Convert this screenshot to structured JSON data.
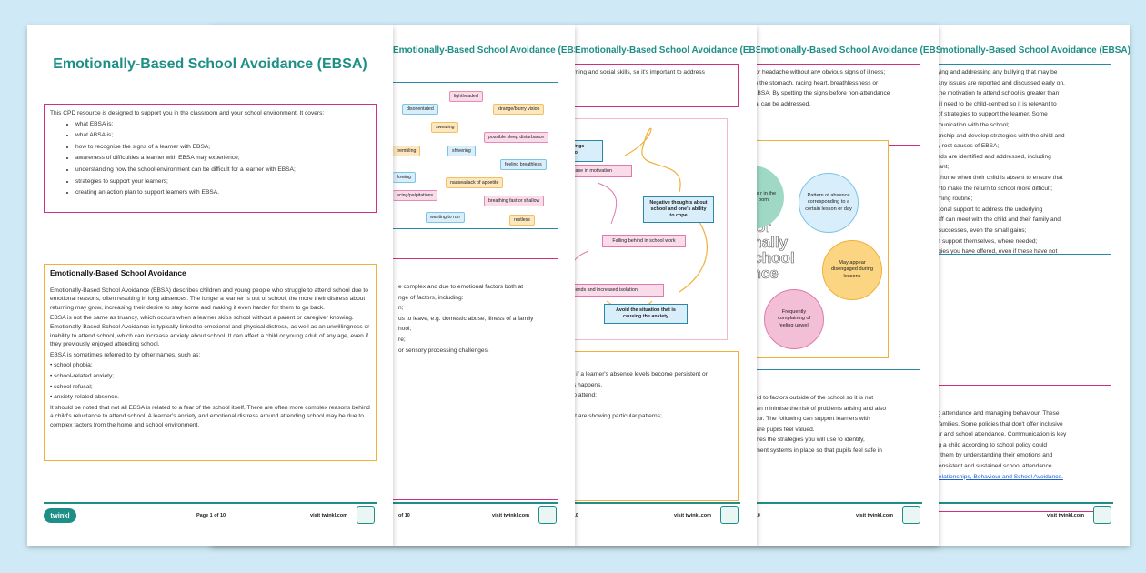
{
  "page1": {
    "title": "Emotionally-Based School Avoidance (EBSA)",
    "intro": "This CPD resource is designed to support you in the classroom and your school environment. It covers:",
    "covers": [
      "what EBSA is;",
      "what ABSA is;",
      "how to recognise the signs of a learner with EBSA;",
      "awareness of difficulties a learner with EBSA may experience;",
      "understanding how the school environment can be difficult for a learner with EBSA;",
      "strategies to support your learners;",
      "creating an action plan to support learners with EBSA."
    ],
    "section_title": "Emotionally-Based School Avoidance",
    "para1": "Emotionally-Based School Avoidance (EBSA) describes children and young people who struggle to attend school due to emotional reasons, often resulting in long absences. The longer a learner is out of school, the more their distress about returning may grow, increasing their desire to stay home and making it even harder for them to go back.",
    "para2": "EBSA is not the same as truancy, which occurs when a learner skips school without a parent or caregiver knowing. Emotionally-Based School Avoidance is typically linked to emotional and physical distress, as well as an unwillingness or inability to attend school, which can increase anxiety about school. It can affect a child or young adult of any age, even if they previously enjoyed attending school.",
    "para3": "EBSA is sometimes referred to by other names, such as:",
    "names": [
      "• school phobia;",
      "• school-related anxiety;",
      "• school refusal;",
      "• anxiety-related absence."
    ],
    "para4": "It should be noted that not all EBSA is related to a fear of the school itself. There are often more complex reasons behind a child's reluctance to attend school. A learner's anxiety and emotional distress around attending school may be due to complex factors from the home and school environment.",
    "page_num": "Page 1 of 10",
    "logo": "twinkl"
  },
  "header": "Emotionally-Based School Avoidance (EBSA)",
  "header_cut": "Emotionally-Based School Avoidance (EBSA)",
  "footer_site": "visit twinkl.com",
  "footer_of": "of 10",
  "page2": {
    "tags": [
      "lightheaded",
      "disorientated",
      "strange/blurry vision",
      "sweating",
      "possible sleep disturbance",
      "trembling",
      "shivering",
      "feeling breathless",
      "llowing",
      "nausea/lack of appetite",
      "acing/palpitations",
      "breathing fast or shallow",
      "wanting to run",
      "restless"
    ],
    "lines": [
      "e complex and due to emotional factors both at",
      "nge of factors, including:",
      "n;",
      "us to leave, e.g. domestic abuse, illness of a family",
      "hool;",
      "re;",
      "or sensory processing challenges."
    ]
  },
  "page3": {
    "top_lines": [
      "earning and social skills, so it's important to address",
      "l.",
      ":"
    ],
    "flow": [
      "feelings",
      "chool",
      "ncrease in motivation",
      "Negative thoughts about school and one's ability to cope",
      "Falling behind in school work",
      "of friends and increased isolation",
      "Avoid the situation that is causing the anxiety"
    ],
    "bottom_lines": [
      "SA if a learner's absence levels become persistent or",
      "this happens.",
      "e to attend;",
      "e;",
      "that are showing particular patterns;"
    ]
  },
  "page4": {
    "top_lines": [
      "e, or headache without any obvious signs of illness;",
      "s in the stomach, racing heart, breathlessness or",
      "s EBSA. By spotting the signs before non-attendance",
      "usal can be addressed."
    ],
    "big": [
      "s of",
      "onally",
      "School",
      "ance"
    ],
    "circles": [
      "tive r in the oom",
      "Pattern of absence corresponding to a certain lesson or day",
      "May appear disengaged during lessons",
      "Frequently complaining of feeling unwell"
    ],
    "bottom_lines": [
      "lated to factors outside of the school so it is not",
      "s can minimise the risk of problems arising and also",
      "occur. The following can support learners with",
      "where pupils feel valued.",
      "utlines the strategies you will use to identify,",
      "gement systems in place so that pupils feel safe in"
    ]
  },
  "page5": {
    "top_lines": [
      "entifying and addressing any bullying that may be",
      "that any issues are reported and discussed early on.",
      "that the motivation to attend school is greater than",
      "ch will need to be child-centred so it is relevant to",
      "nge of strategies to support the learner. Some",
      "communication with the school;",
      "elationship and develop strategies with the child and",
      "s any root causes of EBSA;",
      "y needs are identified and addressed, including",
      "relevant;",
      "es at home when their child is absent to ensure that",
      "likely to make the return to school more difficult;",
      "t morning routine;",
      "emotional support to address the underlying",
      "at staff can meet with the child and their family and",
      "g all successes, even the small gains;",
      "evant support themselves, where needed;",
      "trategies you have offered, even if these have not"
    ],
    "bottom_lines": [
      "aging attendance and managing behaviour. These",
      "heir families. Some policies that don't offer inclusive",
      "aviour and school attendance. Communication is key",
      "ishing a child according to school policy could",
      "ating them by understanding their emotions and",
      "ing consistent and sustained school attendance."
    ],
    "link_prefix": "on ",
    "link": "Relationships, Behaviour and School Avoidance."
  }
}
